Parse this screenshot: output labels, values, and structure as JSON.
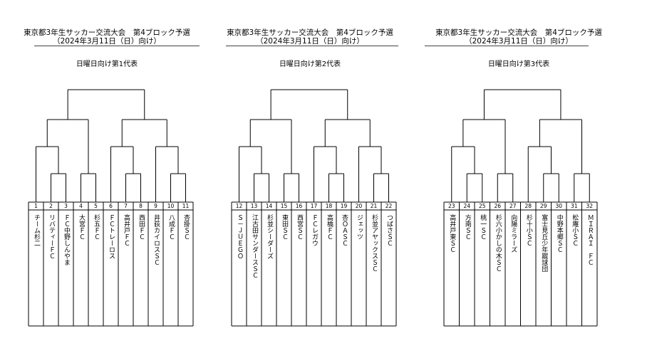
{
  "page": {
    "background": "#ffffff",
    "line_color": "#000000"
  },
  "panels": [
    {
      "title": "東京都3年生サッカー交流大会　第4ブロック予選",
      "date": "（2024年3月11日（日）向け）",
      "subtitle": "日曜日向け第1代表",
      "teams": [
        {
          "num": "1",
          "name": "チーム杉二"
        },
        {
          "num": "2",
          "name": "リバティーＦＣ"
        },
        {
          "num": "3",
          "name": "ＦＣ中野しんやま"
        },
        {
          "num": "4",
          "name": "大宮ＦＣ"
        },
        {
          "num": "5",
          "name": "杉五ＦＣ"
        },
        {
          "num": "6",
          "name": "ＦＣトレーロス"
        },
        {
          "num": "7",
          "name": "高井戸ＦＣ"
        },
        {
          "num": "8",
          "name": "西田ＦＣ"
        },
        {
          "num": "9",
          "name": "井荻カイロスＳＣ"
        },
        {
          "num": "10",
          "name": "八成ＦＣ"
        },
        {
          "num": "11",
          "name": "杏掛ＳＣ"
        }
      ]
    },
    {
      "title": "東京都3年生サッカー交流大会　第4ブロック予選",
      "date": "（2024年3月11日（日）向け）",
      "subtitle": "日曜日向け第2代表",
      "teams": [
        {
          "num": "12",
          "name": "Ｓ－ＪＵＥＧＯ"
        },
        {
          "num": "13",
          "name": "江古田サンダースＳＣ"
        },
        {
          "num": "14",
          "name": "杉並シーダーズ"
        },
        {
          "num": "15",
          "name": "東田ＳＣ"
        },
        {
          "num": "16",
          "name": "西宮ＳＣ"
        },
        {
          "num": "17",
          "name": "ＦＣレガウ"
        },
        {
          "num": "18",
          "name": "高橋ＦＣ"
        },
        {
          "num": "19",
          "name": "杏ＯＡＳＣ"
        },
        {
          "num": "20",
          "name": "ジェッツ"
        },
        {
          "num": "21",
          "name": "杉並アヤックスＳＣ"
        },
        {
          "num": "22",
          "name": "つばさＳＣ"
        }
      ]
    },
    {
      "title": "東京都3年生サッカー交流大会　第4ブロック予選",
      "date": "（2024年3月11日（日）向け）",
      "subtitle": "日曜日向け第3代表",
      "teams": [
        {
          "num": "23",
          "name": "高井戸東ＳＣ"
        },
        {
          "num": "24",
          "name": "方南ＳＣ"
        },
        {
          "num": "25",
          "name": "桃一ＳＣ"
        },
        {
          "num": "26",
          "name": "杉六小かしの木ＳＣ"
        },
        {
          "num": "27",
          "name": "向陽ミラーズ"
        },
        {
          "num": "28",
          "name": "杉十小ＳＣ"
        },
        {
          "num": "29",
          "name": "富士見丘少年蹴球団"
        },
        {
          "num": "30",
          "name": "中野本郷ＳＣ"
        },
        {
          "num": "31",
          "name": "松庵小ＳＣ"
        },
        {
          "num": "32",
          "name": "ＭＩＲＡＩ　ＦＣ"
        }
      ]
    }
  ]
}
